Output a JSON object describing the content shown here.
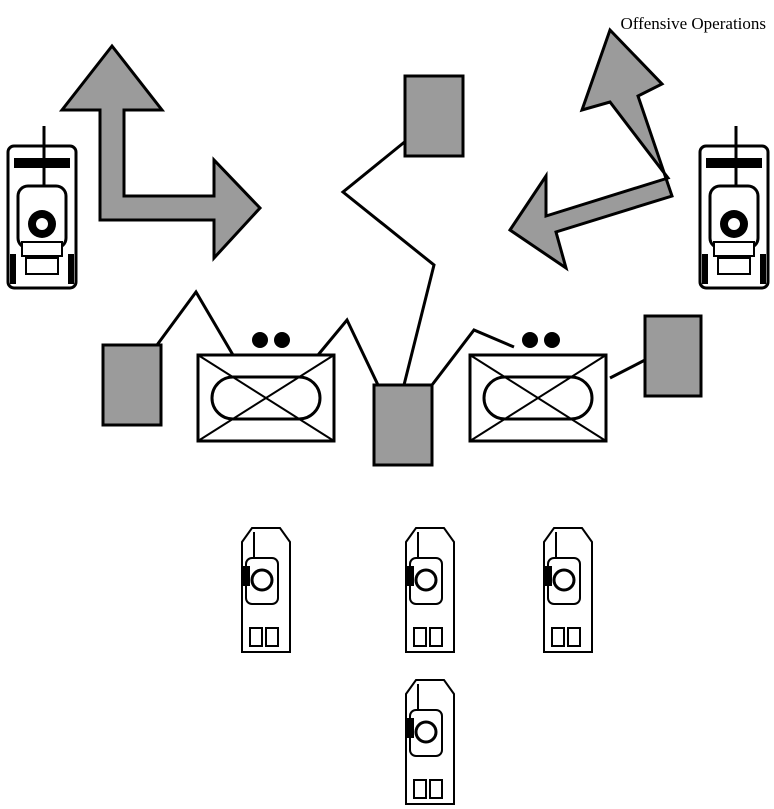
{
  "title": "Offensive Operations",
  "colors": {
    "fill_gray": "#9b9b9b",
    "stroke": "#000000",
    "background": "#ffffff"
  },
  "icons": {
    "vehicle_front": "vehicle-front-icon",
    "vehicle_top": "vehicle-top-icon",
    "unit_symbol": "armor-unit-symbol",
    "element": "gray-element-square",
    "arrow": "maneuver-arrow"
  },
  "unit_symbols": [
    {
      "id": "left",
      "size_dots": 2
    },
    {
      "id": "right",
      "size_dots": 2
    }
  ]
}
